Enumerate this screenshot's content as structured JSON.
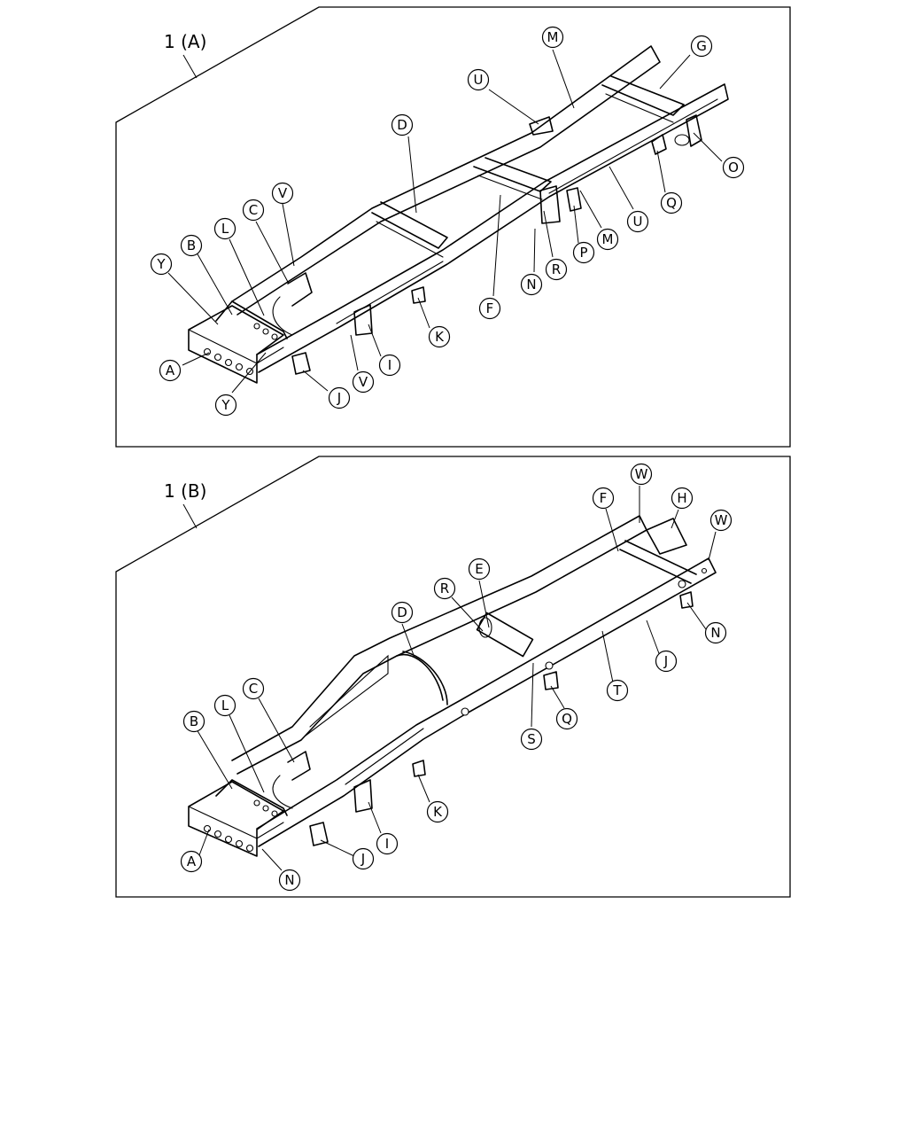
{
  "panels": [
    {
      "id": "a",
      "title": "1 (A)",
      "callouts": [
        "M",
        "G",
        "U",
        "O",
        "D",
        "Q",
        "U",
        "M",
        "P",
        "F",
        "N",
        "R",
        "V",
        "C",
        "L",
        "B",
        "Y",
        "K",
        "I",
        "V",
        "J",
        "A",
        "Y"
      ]
    },
    {
      "id": "b",
      "title": "1 (B)",
      "callouts": [
        "W",
        "H",
        "F",
        "W",
        "E",
        "R",
        "N",
        "D",
        "J",
        "T",
        "Q",
        "S",
        "C",
        "L",
        "B",
        "K",
        "I",
        "J",
        "A",
        "N"
      ]
    }
  ]
}
